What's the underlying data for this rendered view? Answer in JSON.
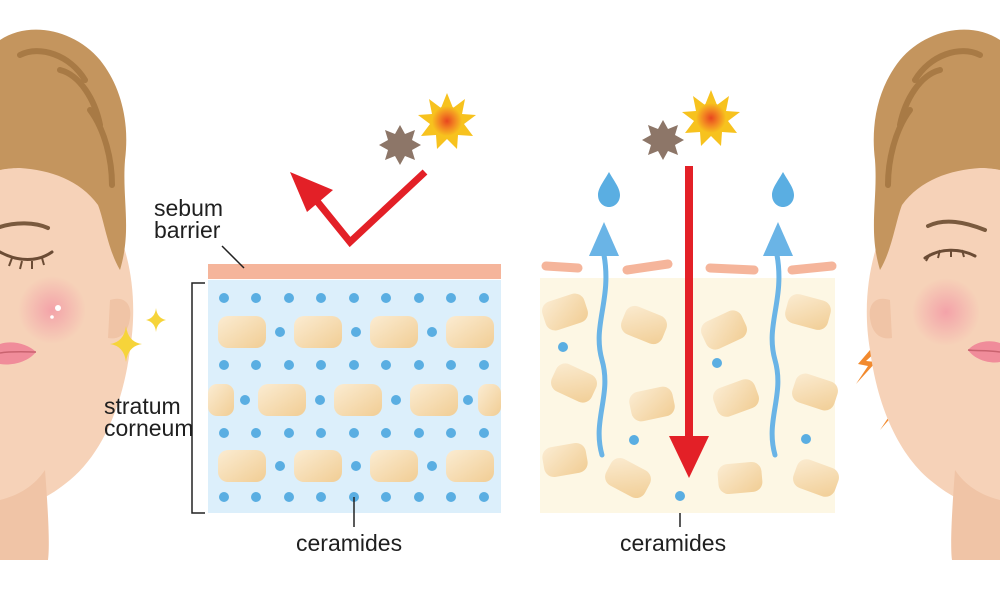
{
  "labels": {
    "sebum": "sebum",
    "barrier": "barrier",
    "stratum": "stratum",
    "corneum": "corneum",
    "ceramides_left": "ceramides",
    "ceramides_right": "ceramides"
  },
  "colors": {
    "skin": "#f6d2b8",
    "skin_shade": "#e8b898",
    "hair": "#c4955e",
    "hair_dark": "#a87a45",
    "cheek_blush": "#f4a0a6",
    "lips": "#f08c9a",
    "sebum_layer": "#f5b59b",
    "healthy_bg": "#dceffb",
    "damaged_bg": "#fdf7e4",
    "cell": "#f8e2bd",
    "cell_edge": "#f2c98e",
    "ceramide_dot": "#5aaee2",
    "moisture_arrow": "#6ab4e6",
    "uv_arrow": "#e32027",
    "sun_outer": "#f7c21e",
    "sun_inner": "#ef5a24",
    "pollution": "#8d7668",
    "sparkle": "#f6d43a",
    "irritation": "#f28a2e"
  },
  "icons": [
    "sun-icon",
    "pollution-particle-icon",
    "sparkle-icon",
    "irritation-bolt-icon",
    "water-droplet-icon"
  ]
}
